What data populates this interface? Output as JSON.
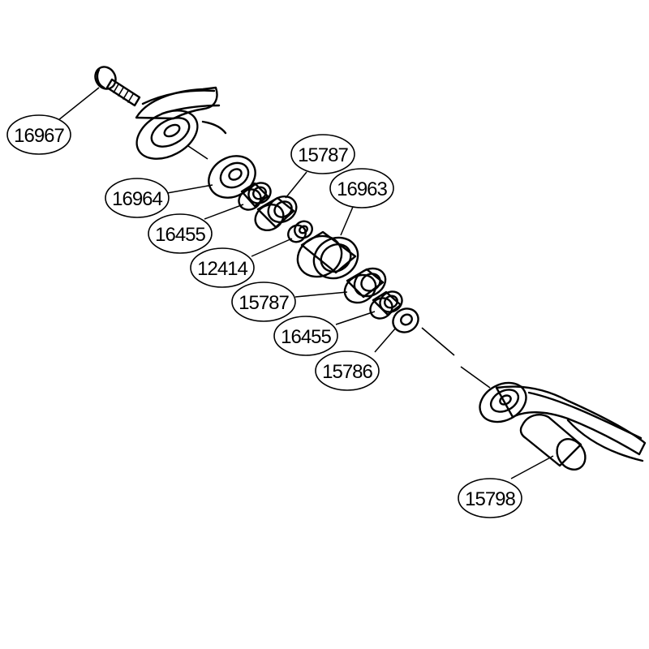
{
  "callouts": [
    {
      "id": "c1",
      "label": "16967",
      "part": "screw"
    },
    {
      "id": "c2",
      "label": "15787",
      "part": "bushing-upper"
    },
    {
      "id": "c3",
      "label": "16963",
      "part": "center-collar"
    },
    {
      "id": "c4",
      "label": "16964",
      "part": "outer-washer"
    },
    {
      "id": "c5",
      "label": "16455",
      "part": "bearing-upper"
    },
    {
      "id": "c6",
      "label": "12414",
      "part": "small-spacer"
    },
    {
      "id": "c7",
      "label": "15787",
      "part": "bushing-lower"
    },
    {
      "id": "c8",
      "label": "16455",
      "part": "bearing-lower"
    },
    {
      "id": "c9",
      "label": "15786",
      "part": "small-washer"
    },
    {
      "id": "c10",
      "label": "15798",
      "part": "handle-knob"
    }
  ]
}
